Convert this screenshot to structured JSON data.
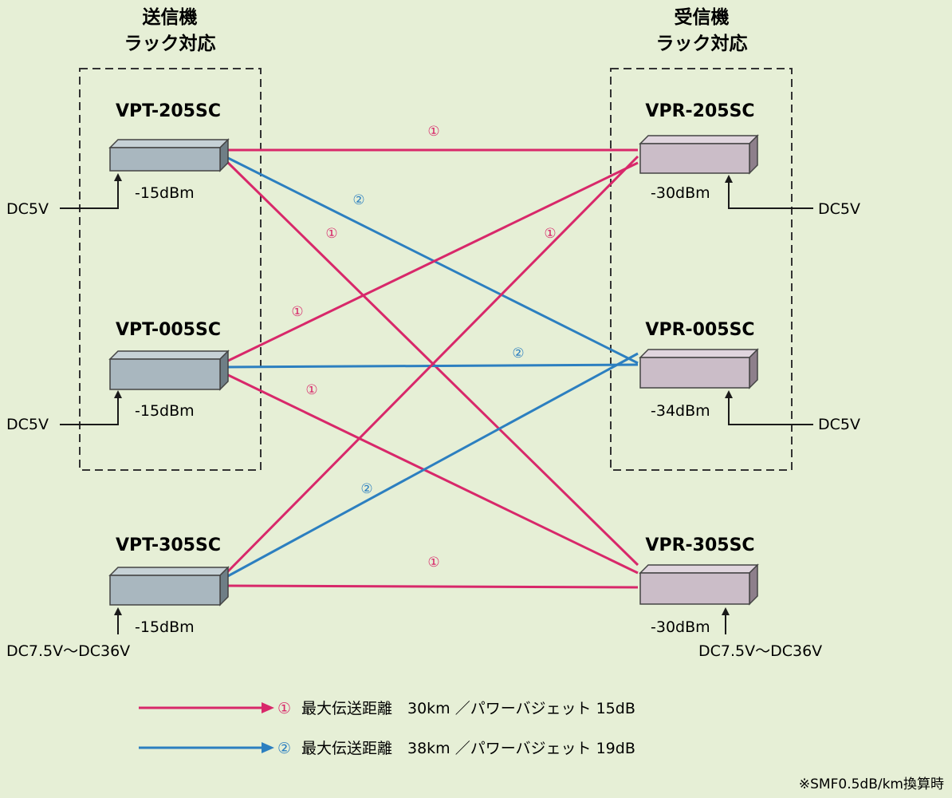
{
  "groups": {
    "tx": {
      "line1": "送信機",
      "line2": "ラック対応"
    },
    "rx": {
      "line1": "受信機",
      "line2": "ラック対応"
    }
  },
  "transmitters": [
    {
      "model": "VPT-205SC",
      "level": "-15dBm",
      "power": "DC5V"
    },
    {
      "model": "VPT-005SC",
      "level": "-15dBm",
      "power": "DC5V"
    },
    {
      "model": "VPT-305SC",
      "level": "-15dBm",
      "power": "DC7.5V〜DC36V"
    }
  ],
  "receivers": [
    {
      "model": "VPR-205SC",
      "level": "-30dBm",
      "power": "DC5V"
    },
    {
      "model": "VPR-005SC",
      "level": "-34dBm",
      "power": "DC5V"
    },
    {
      "model": "VPR-305SC",
      "level": "-30dBm",
      "power": "DC7.5V〜DC36V"
    }
  ],
  "routes": [
    {
      "from": 0,
      "to": 0,
      "type": 1,
      "label": "①"
    },
    {
      "from": 0,
      "to": 1,
      "type": 2,
      "label": "②"
    },
    {
      "from": 0,
      "to": 2,
      "type": 1,
      "label": "①"
    },
    {
      "from": 1,
      "to": 0,
      "type": 1,
      "label": "①"
    },
    {
      "from": 1,
      "to": 1,
      "type": 2,
      "label": "②"
    },
    {
      "from": 1,
      "to": 2,
      "type": 1,
      "label": "①"
    },
    {
      "from": 2,
      "to": 0,
      "type": 1,
      "label": "①"
    },
    {
      "from": 2,
      "to": 1,
      "type": 2,
      "label": "②"
    },
    {
      "from": 2,
      "to": 2,
      "type": 1,
      "label": "①"
    }
  ],
  "legend": [
    {
      "type": 1,
      "marker": "①",
      "text": "最大伝送距離　30km ／パワーバジェット 15dB"
    },
    {
      "type": 2,
      "marker": "②",
      "text": "最大伝送距離　38km ／パワーバジェット 19dB"
    }
  ],
  "footnote": "※SMF0.5dB/km換算時",
  "colors": {
    "type1": "#d8286a",
    "type2": "#2c7fc0",
    "tx_box": "#a9b7bf",
    "rx_box": "#cbbdc8",
    "background": "#e6efd6"
  }
}
